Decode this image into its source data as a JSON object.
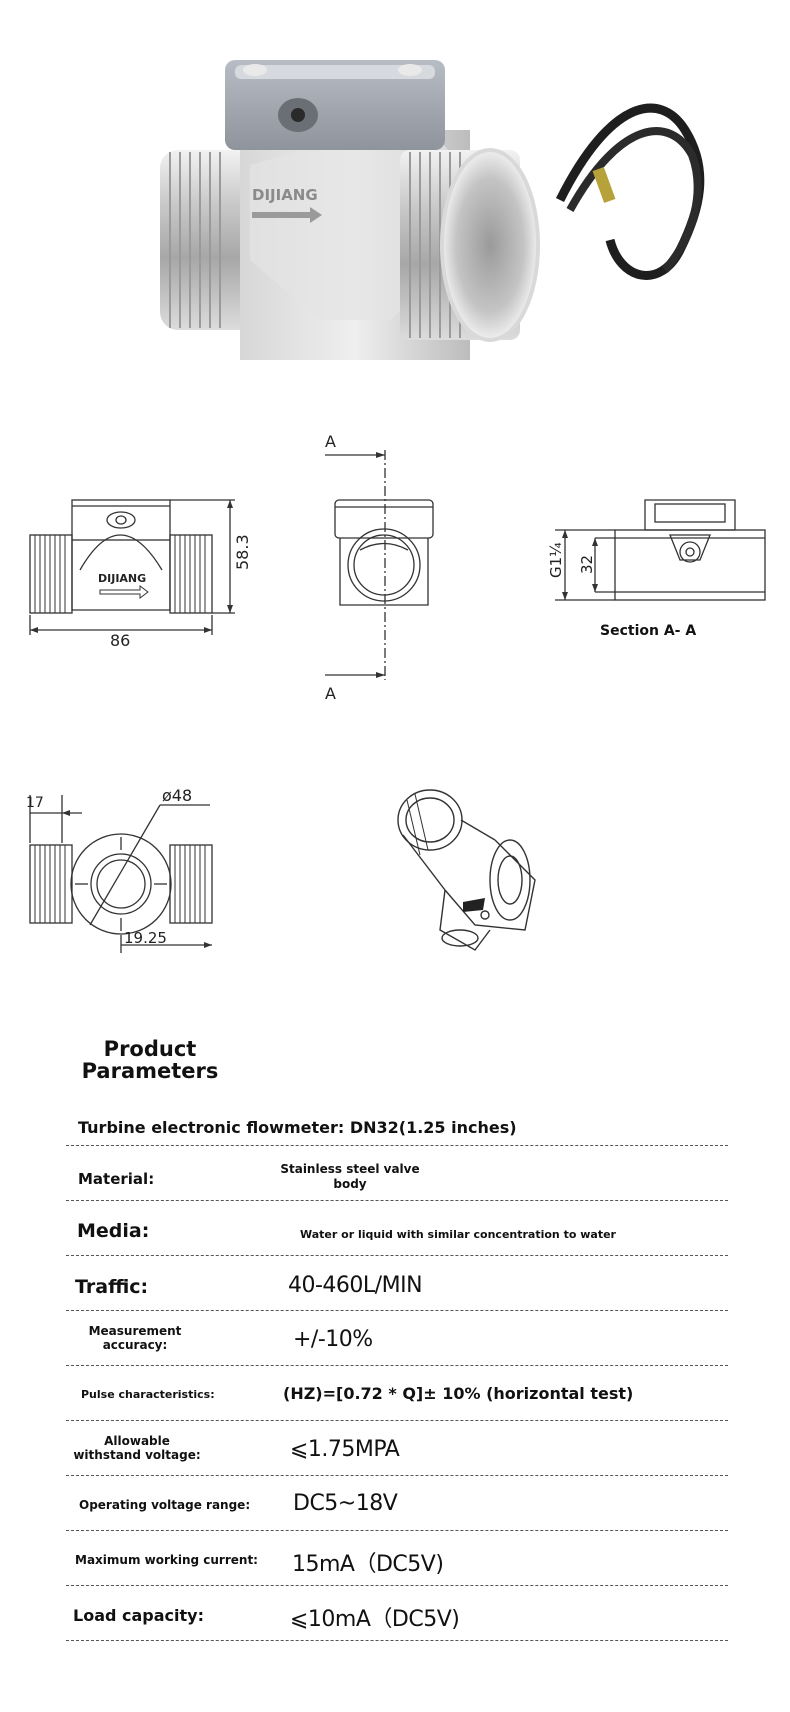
{
  "photo": {
    "brand_text": "DIJIANG"
  },
  "drawings": {
    "side_view": {
      "brand_text": "DIJIANG",
      "length_label": "86",
      "height_label": "58.3"
    },
    "end_view": {
      "section_mark_top": "A",
      "section_mark_bottom": "A"
    },
    "section_view": {
      "thread_label": "G1¼",
      "bore_label": "32",
      "caption": "Section A- A"
    },
    "top_view": {
      "offset_label": "17",
      "diameter_label": "ø48",
      "half_length_label": "19.25"
    }
  },
  "params": {
    "title_line1": "Product",
    "title_line2": "Parameters",
    "subtitle": "Turbine electronic flowmeter: DN32(1.25 inches)",
    "rows": [
      {
        "label_line1": "Material:",
        "label_line2": "",
        "value_line1": "Stainless steel valve",
        "value_line2": "body"
      },
      {
        "label_line1": "Media:",
        "label_line2": "",
        "value_line1": "Water or liquid with similar concentration to water",
        "value_line2": ""
      },
      {
        "label_line1": "Traffic:",
        "label_line2": "",
        "value_line1": "40-460L/MIN",
        "value_line2": ""
      },
      {
        "label_line1": "Measurement",
        "label_line2": "accuracy:",
        "value_line1": "+/-10%",
        "value_line2": ""
      },
      {
        "label_line1": "Pulse characteristics:",
        "label_line2": "",
        "value_line1": "(HZ)=[0.72 * Q]± 10% (horizontal test)",
        "value_line2": ""
      },
      {
        "label_line1": "Allowable",
        "label_line2": "withstand voltage:",
        "value_line1": "⩽1.75MPA",
        "value_line2": ""
      },
      {
        "label_line1": "Operating voltage range:",
        "label_line2": "",
        "value_line1": "DC5~18V",
        "value_line2": ""
      },
      {
        "label_line1": "Maximum working current:",
        "label_line2": "",
        "value_line1": "15mA（DC5V)",
        "value_line2": ""
      },
      {
        "label_line1": "Load capacity:",
        "label_line2": "",
        "value_line1": "⩽10mA（DC5V)",
        "value_line2": ""
      }
    ]
  }
}
